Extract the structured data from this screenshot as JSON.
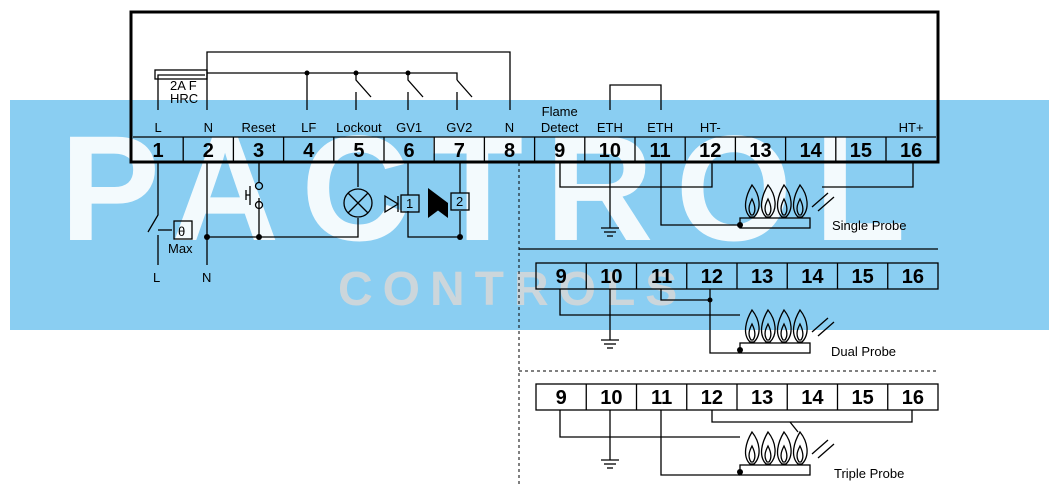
{
  "watermark": {
    "brand": "PACTROL",
    "sub": "CONTROLS"
  },
  "fuse": {
    "line1": "2A F",
    "line2": "HRC"
  },
  "main_terminals": [
    {
      "num": "1",
      "label": "L"
    },
    {
      "num": "2",
      "label": "N"
    },
    {
      "num": "3",
      "label": "Reset"
    },
    {
      "num": "4",
      "label": "LF"
    },
    {
      "num": "5",
      "label": "Lockout"
    },
    {
      "num": "6",
      "label": "GV1"
    },
    {
      "num": "7",
      "label": "GV2"
    },
    {
      "num": "8",
      "label": "N"
    },
    {
      "num": "9",
      "label": "Detect",
      "label_top": "Flame"
    },
    {
      "num": "10",
      "label": "ETH"
    },
    {
      "num": "11",
      "label": "ETH"
    },
    {
      "num": "12",
      "label": "HT-"
    },
    {
      "num": "13",
      "label": ""
    },
    {
      "num": "14",
      "label": ""
    },
    {
      "num": "15",
      "label": ""
    },
    {
      "num": "16",
      "label": "HT+"
    }
  ],
  "probe_terminals": [
    "9",
    "10",
    "11",
    "12",
    "13",
    "14",
    "15",
    "16"
  ],
  "thermostat": {
    "symbol": "θ",
    "label": "Max"
  },
  "supply": {
    "live": "L",
    "neutral": "N"
  },
  "valves": {
    "gv1": "1",
    "gv2": "2"
  },
  "configs": {
    "single": "Single Probe",
    "dual": "Dual Probe",
    "triple": "Triple Probe"
  }
}
